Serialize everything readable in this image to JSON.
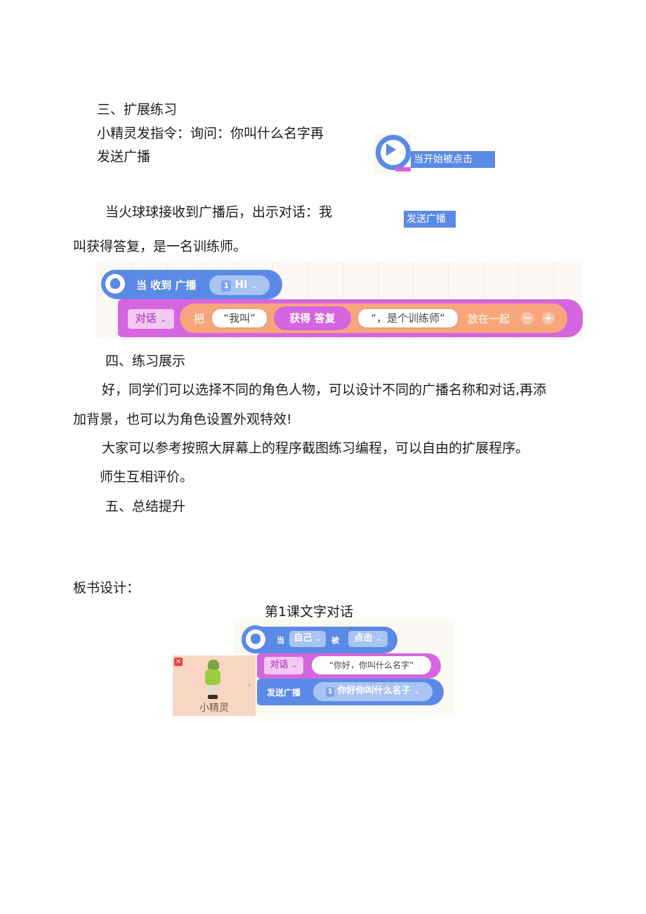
{
  "section3": {
    "heading": "三、扩展练习",
    "line1": "小精灵发指令：询问：你叫什么名字再",
    "line2": "发送广播",
    "line3": "当火球球接收到广播后，出示对话：我",
    "line4": "叫获得答复，是一名训练师。"
  },
  "floating_labels": {
    "start_clicked": "当开始被点击",
    "send_broadcast": "发送广播"
  },
  "code_block_1": {
    "hat_prefix": "当 收到 广播",
    "broadcast_index": "1",
    "broadcast_name": "Hi",
    "dialog_dropdown": "对话",
    "join_label": "把",
    "string1": "“我叫”",
    "get_answer": "获得 答复",
    "string2": "“，是个训练师”",
    "join_suffix": "放在一起",
    "minus": "−",
    "plus": "+"
  },
  "section4": {
    "heading": "四、练习展示",
    "para1_line1": "好，同学们可以选择不同的角色人物，可以设计不同的广播名称和对话,再添",
    "para1_line2": "加背景，也可以为角色设置外观特效!",
    "para2": "大家可以参考按照大屏幕上的程序截图练习编程，可以自由的扩展程序。",
    "para3": "师生互相评价。"
  },
  "section5": {
    "heading": "五、总结提升"
  },
  "board_design": {
    "label": "板书设计：",
    "title": "第1课文字对话"
  },
  "code_block_2": {
    "hat_when": "当",
    "target": "自己",
    "be": "被",
    "event": "点击",
    "dialog_dropdown": "对话",
    "dialog_text": "“你好，你叫什么名字”",
    "send_label": "发送广播",
    "broadcast_index": "1",
    "broadcast_name": "你好你叫什么名子",
    "sprite_name": "小精灵",
    "close": "×",
    "arrow": "›"
  },
  "colors": {
    "block_blue": "#5b8ae6",
    "block_magenta": "#d665e0",
    "block_orange": "#f7a57c",
    "sprite_bg": "#f9d6c3"
  }
}
